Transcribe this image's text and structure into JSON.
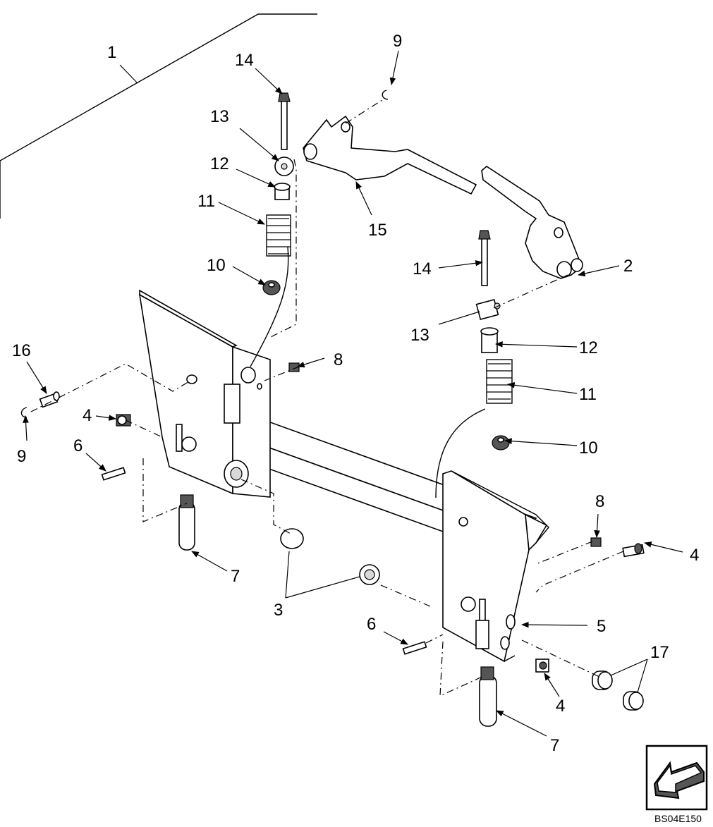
{
  "diagram": {
    "reference_code": "BS04E150",
    "callouts": [
      {
        "id": "c1",
        "label": "1"
      },
      {
        "id": "c2",
        "label": "2"
      },
      {
        "id": "c3",
        "label": "3"
      },
      {
        "id": "c4a",
        "label": "4"
      },
      {
        "id": "c4b",
        "label": "4"
      },
      {
        "id": "c4c",
        "label": "4"
      },
      {
        "id": "c5",
        "label": "5"
      },
      {
        "id": "c6a",
        "label": "6"
      },
      {
        "id": "c6b",
        "label": "6"
      },
      {
        "id": "c7a",
        "label": "7"
      },
      {
        "id": "c7b",
        "label": "7"
      },
      {
        "id": "c8a",
        "label": "8"
      },
      {
        "id": "c8b",
        "label": "8"
      },
      {
        "id": "c9a",
        "label": "9"
      },
      {
        "id": "c9b",
        "label": "9"
      },
      {
        "id": "c10a",
        "label": "10"
      },
      {
        "id": "c10b",
        "label": "10"
      },
      {
        "id": "c11a",
        "label": "11"
      },
      {
        "id": "c11b",
        "label": "11"
      },
      {
        "id": "c12a",
        "label": "12"
      },
      {
        "id": "c12b",
        "label": "12"
      },
      {
        "id": "c13a",
        "label": "13"
      },
      {
        "id": "c13b",
        "label": "13"
      },
      {
        "id": "c14a",
        "label": "14"
      },
      {
        "id": "c14b",
        "label": "14"
      },
      {
        "id": "c15",
        "label": "15"
      },
      {
        "id": "c16",
        "label": "16"
      },
      {
        "id": "c17",
        "label": "17"
      }
    ],
    "colors": {
      "ink": "#000000",
      "paper": "#ffffff",
      "shade": "#d9d9d9"
    },
    "nav_icon": "arrow-down-left-icon"
  }
}
